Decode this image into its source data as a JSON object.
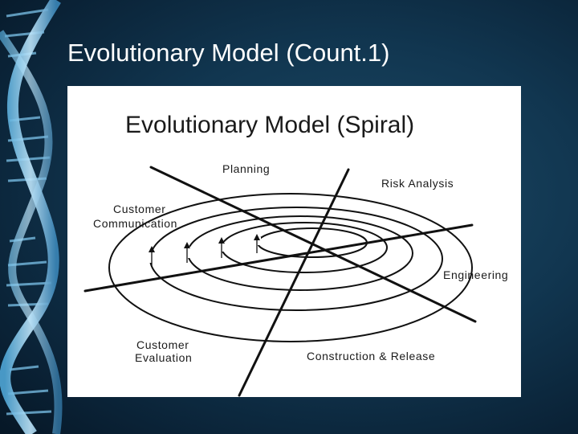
{
  "slide": {
    "title": "Evolutionary Model (Count.1)"
  },
  "diagram": {
    "title": "Evolutionary Model (Spiral)",
    "quadrants": {
      "planning": "Planning",
      "risk_analysis": "Risk Analysis",
      "customer_communication_line1": "Customer",
      "customer_communication_line2": "Communication",
      "engineering": "Engineering",
      "customer_evaluation_line1": "Customer",
      "customer_evaluation_line2": "Evaluation",
      "construction_release": "Construction & Release"
    },
    "ring_count": 5
  },
  "colors": {
    "background": "#113650",
    "title_text": "#ffffff",
    "figure_bg": "#ffffff",
    "diagram_ink": "#111111"
  }
}
